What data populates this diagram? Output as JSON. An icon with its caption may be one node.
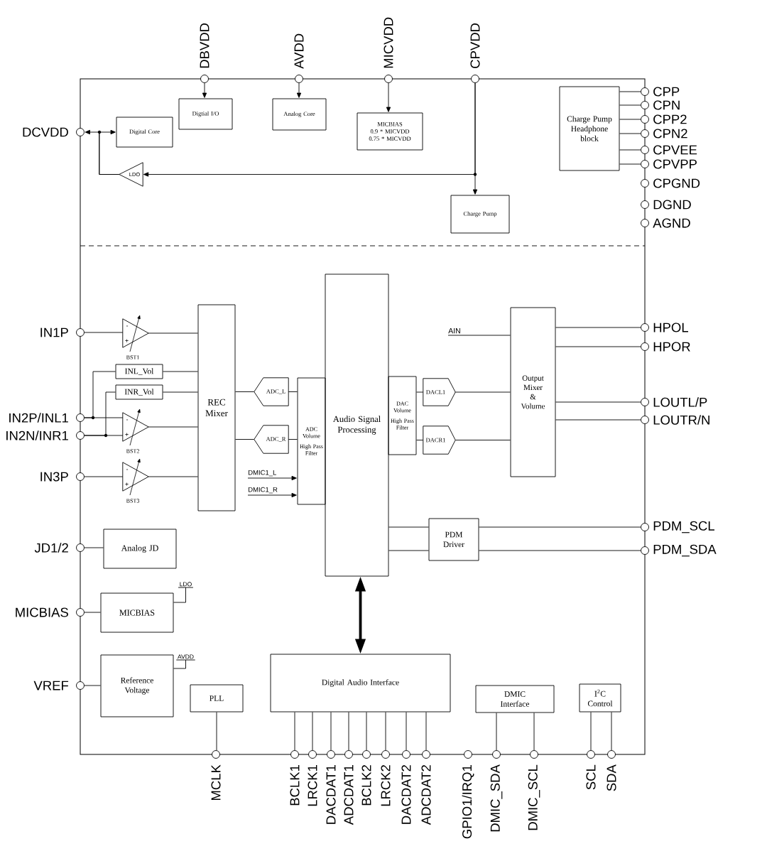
{
  "diagram": {
    "nodes": [
      {
        "text": [],
        "shape": "circle",
        "beside": [
          "DBVDD"
        ]
      },
      {
        "text": [],
        "shape": "circle",
        "beside": [
          "AVDD"
        ]
      },
      {
        "text": [],
        "shape": "circle",
        "beside": [
          "MICVDD"
        ]
      },
      {
        "text": [],
        "shape": "circle",
        "beside": [
          "CPVDD"
        ]
      },
      {
        "text": [
          "Digtial I/O"
        ]
      },
      {
        "text": [
          "Analog Core"
        ]
      },
      {
        "text": [
          "MICBIAS",
          "0.9 * MICVDD",
          "0.75 * MICVDD"
        ]
      },
      {
        "text": [
          "Charge Pump Headphone block"
        ]
      },
      {
        "text": [],
        "shape": "circle",
        "beside": [
          "CPP"
        ]
      },
      {
        "text": [],
        "shape": "circle",
        "beside": [
          "CPN"
        ]
      },
      {
        "text": [],
        "shape": "circle",
        "beside": [
          "CPP2"
        ]
      },
      {
        "text": [],
        "shape": "circle",
        "beside": [
          "CPN2"
        ]
      },
      {
        "text": [],
        "shape": "circle",
        "beside": [
          "CPVEE"
        ]
      },
      {
        "text": [],
        "shape": "circle",
        "beside": [
          "CPVPP"
        ]
      },
      {
        "text": [],
        "shape": "circle",
        "beside": [
          "DCVDD"
        ]
      },
      {
        "text": [
          "Digital Core"
        ]
      },
      {
        "text": [
          "LDO"
        ]
      },
      {
        "text": [],
        "shape": "circle",
        "beside": [
          "CPGND"
        ]
      },
      {
        "text": [
          "Charge Pump"
        ]
      },
      {
        "text": [],
        "shape": "circle",
        "beside": [
          "DGND"
        ]
      },
      {
        "text": [],
        "shape": "circle",
        "beside": [
          "AGND"
        ]
      },
      {
        "text": [
          "Audio Signal Processing"
        ]
      },
      {
        "text": [
          "REC Mixer"
        ]
      },
      {
        "text": [
          "Output Mixer & Volume"
        ]
      },
      {
        "text": [],
        "shape": "circle",
        "beside": [
          "IN1P"
        ]
      },
      {
        "text": [
          "-",
          "+"
        ],
        "beside": [
          "BST1"
        ]
      },
      {
        "text": [
          "AIN"
        ]
      },
      {
        "text": [],
        "shape": "circle",
        "beside": [
          "HPOL"
        ]
      },
      {
        "text": [],
        "shape": "circle",
        "beside": [
          "HPOR"
        ]
      },
      {
        "text": [
          "INL_Vol"
        ]
      },
      {
        "text": [
          "INR_Vol"
        ]
      },
      {
        "text": [
          "ADC_L"
        ]
      },
      {
        "text": [
          "ADC Volume",
          "High Pass Filter"
        ]
      },
      {
        "text": [
          "DAC Volume",
          "High Pass Filter"
        ]
      },
      {
        "text": [
          "DACL1"
        ]
      },
      {
        "text": [],
        "shape": "circle",
        "beside": [
          "LOUTL/P"
        ]
      },
      {
        "text": [],
        "shape": "circle",
        "beside": [
          "IN2P/INL1"
        ]
      },
      {
        "text": [],
        "shape": "circle",
        "beside": [
          "LOUTR/N"
        ]
      },
      {
        "text": [],
        "shape": "circle",
        "beside": [
          "IN2N/INR1"
        ]
      },
      {
        "text": [
          "-",
          "+"
        ],
        "beside": [
          "BST2"
        ]
      },
      {
        "text": [
          "ADC_R"
        ]
      },
      {
        "text": [
          "DACR1"
        ]
      },
      {
        "text": [],
        "shape": "circle",
        "beside": [
          "IN3P"
        ]
      },
      {
        "text": [
          "-",
          "+"
        ],
        "beside": [
          "BST3"
        ]
      },
      {
        "text": [
          "DMIC1_L"
        ]
      },
      {
        "text": [
          "DMIC1_R"
        ]
      },
      {
        "text": [
          "PDM Driver"
        ]
      },
      {
        "text": [],
        "shape": "circle",
        "beside": [
          "PDM_SCL"
        ]
      },
      {
        "text": [],
        "shape": "circle",
        "beside": [
          "PDM_SDA"
        ]
      },
      {
        "text": [],
        "shape": "circle",
        "beside": [
          "JD1/2"
        ]
      },
      {
        "text": [
          "Analog JD"
        ]
      },
      {
        "text": [
          "LDO"
        ]
      },
      {
        "text": [
          "MICBIAS"
        ]
      },
      {
        "text": [],
        "shape": "circle",
        "beside": [
          "MICBIAS"
        ]
      },
      {
        "text": [
          "AVDD"
        ]
      },
      {
        "text": [
          "Reference Voltage"
        ]
      },
      {
        "text": [],
        "shape": "circle",
        "beside": [
          "VREF"
        ]
      },
      {
        "text": [
          "Digital Audio Interface"
        ]
      },
      {
        "text": [
          "PLL"
        ]
      },
      {
        "text": [
          "DMIC Interface"
        ]
      },
      {
        "text": [
          "I$^{2}$C Control"
        ]
      },
      {
        "text": [],
        "shape": "circle",
        "beside": [
          "MCLK"
        ]
      },
      {
        "text": [],
        "shape": "circle",
        "beside": [
          "BCLK1"
        ]
      },
      {
        "text": [],
        "shape": "circle",
        "beside": [
          "LRCK1"
        ]
      },
      {
        "text": [],
        "shape": "circle",
        "beside": [
          "DACDAT1"
        ]
      },
      {
        "text": [],
        "shape": "circle",
        "beside": [
          "ADCDAT1"
        ]
      },
      {
        "text": [],
        "shape": "circle",
        "beside": [
          "BCLK2"
        ]
      },
      {
        "text": [],
        "shape": "circle",
        "beside": [
          "LRCK2"
        ]
      },
      {
        "text": [],
        "shape": "circle",
        "beside": [
          "DACDAT2"
        ]
      },
      {
        "text": [],
        "shape": "circle",
        "beside": [
          "ADCDAT2"
        ]
      },
      {
        "text": [],
        "shape": "circle",
        "beside": [
          "GPIO1/IRQ1"
        ]
      },
      {
        "text": [],
        "shape": "circle",
        "beside": [
          "DMIC_SDA"
        ]
      },
      {
        "text": [],
        "shape": "circle",
        "beside": [
          "DMIC_SCL"
        ]
      },
      {
        "text": [],
        "shape": "circle",
        "beside": [
          "SCL"
        ]
      },
      {
        "text": [],
        "shape": "circle",
        "beside": [
          "SDA"
        ]
      }
    ],
    "edges": [
      {
        "from": 0,
        "to": 4,
        "arrow": "to"
      },
      {
        "from": 1,
        "to": 5,
        "arrow": "to"
      },
      {
        "from": 2,
        "to": 6,
        "arrow": "to"
      },
      {
        "from": 3,
        "to": 18,
        "arrow": "to"
      },
      {
        "from": 3,
        "to": 16,
        "arrow": "to"
      },
      {
        "from": 16,
        "to": 14,
        "arrow": "to"
      },
      {
        "from": 16,
        "to": 15,
        "arrow": "to"
      },
      {
        "from": 7,
        "to": 8,
        "arrow": "none"
      },
      {
        "from": 7,
        "to": 9,
        "arrow": "none"
      },
      {
        "from": 7,
        "to": 10,
        "arrow": "none"
      },
      {
        "from": 7,
        "to": 11,
        "arrow": "none"
      },
      {
        "from": 7,
        "to": 12,
        "arrow": "none"
      },
      {
        "from": 7,
        "to": 13,
        "arrow": "none"
      },
      {
        "from": 24,
        "to": 25,
        "arrow": "none"
      },
      {
        "from": 25,
        "to": 22,
        "arrow": "none"
      },
      {
        "from": 36,
        "to": 39,
        "arrow": "none"
      },
      {
        "from": 36,
        "to": 29,
        "arrow": "none"
      },
      {
        "from": 38,
        "to": 39,
        "arrow": "none"
      },
      {
        "from": 38,
        "to": 30,
        "arrow": "none"
      },
      {
        "from": 29,
        "to": 22,
        "arrow": "none"
      },
      {
        "from": 30,
        "to": 22,
        "arrow": "none"
      },
      {
        "from": 39,
        "to": 22,
        "arrow": "none"
      },
      {
        "from": 42,
        "to": 43,
        "arrow": "none"
      },
      {
        "from": 43,
        "to": 22,
        "arrow": "none"
      },
      {
        "from": 22,
        "to": 31,
        "arrow": "none"
      },
      {
        "from": 22,
        "to": 40,
        "arrow": "none"
      },
      {
        "from": 31,
        "to": 32,
        "arrow": "none"
      },
      {
        "from": 40,
        "to": 32,
        "arrow": "none"
      },
      {
        "from": 44,
        "to": 32,
        "arrow": "to"
      },
      {
        "from": 45,
        "to": 32,
        "arrow": "to"
      },
      {
        "from": 33,
        "to": 34,
        "arrow": "none"
      },
      {
        "from": 33,
        "to": 41,
        "arrow": "none"
      },
      {
        "from": 34,
        "to": 23,
        "arrow": "none"
      },
      {
        "from": 41,
        "to": 23,
        "arrow": "none"
      },
      {
        "from": 26,
        "to": 23,
        "arrow": "none"
      },
      {
        "from": 23,
        "to": 27,
        "arrow": "none"
      },
      {
        "from": 23,
        "to": 28,
        "arrow": "none"
      },
      {
        "from": 23,
        "to": 35,
        "arrow": "none"
      },
      {
        "from": 23,
        "to": 37,
        "arrow": "none"
      },
      {
        "from": 21,
        "to": 46,
        "arrow": "none"
      },
      {
        "from": 21,
        "to": 46,
        "arrow": "none"
      },
      {
        "from": 46,
        "to": 47,
        "arrow": "none"
      },
      {
        "from": 46,
        "to": 48,
        "arrow": "none"
      },
      {
        "from": 49,
        "to": 50,
        "arrow": "none"
      },
      {
        "from": 52,
        "to": 51,
        "arrow": "none"
      },
      {
        "from": 53,
        "to": 52,
        "arrow": "none"
      },
      {
        "from": 55,
        "to": 54,
        "arrow": "none"
      },
      {
        "from": 56,
        "to": 55,
        "arrow": "none"
      },
      {
        "from": 21,
        "to": 57,
        "arrow": "both",
        "style": "thick"
      },
      {
        "from": 58,
        "to": 61,
        "arrow": "none"
      },
      {
        "from": 57,
        "to": 62,
        "arrow": "none"
      },
      {
        "from": 57,
        "to": 63,
        "arrow": "none"
      },
      {
        "from": 57,
        "to": 64,
        "arrow": "none"
      },
      {
        "from": 57,
        "to": 65,
        "arrow": "none"
      },
      {
        "from": 57,
        "to": 66,
        "arrow": "none"
      },
      {
        "from": 57,
        "to": 67,
        "arrow": "none"
      },
      {
        "from": 57,
        "to": 68,
        "arrow": "none"
      },
      {
        "from": 57,
        "to": 69,
        "arrow": "none"
      },
      {
        "from": 59,
        "to": 71,
        "arrow": "none"
      },
      {
        "from": 59,
        "to": 72,
        "arrow": "none"
      },
      {
        "from": 60,
        "to": 73,
        "arrow": "none"
      },
      {
        "from": 60,
        "to": 74,
        "arrow": "none"
      }
    ]
  }
}
